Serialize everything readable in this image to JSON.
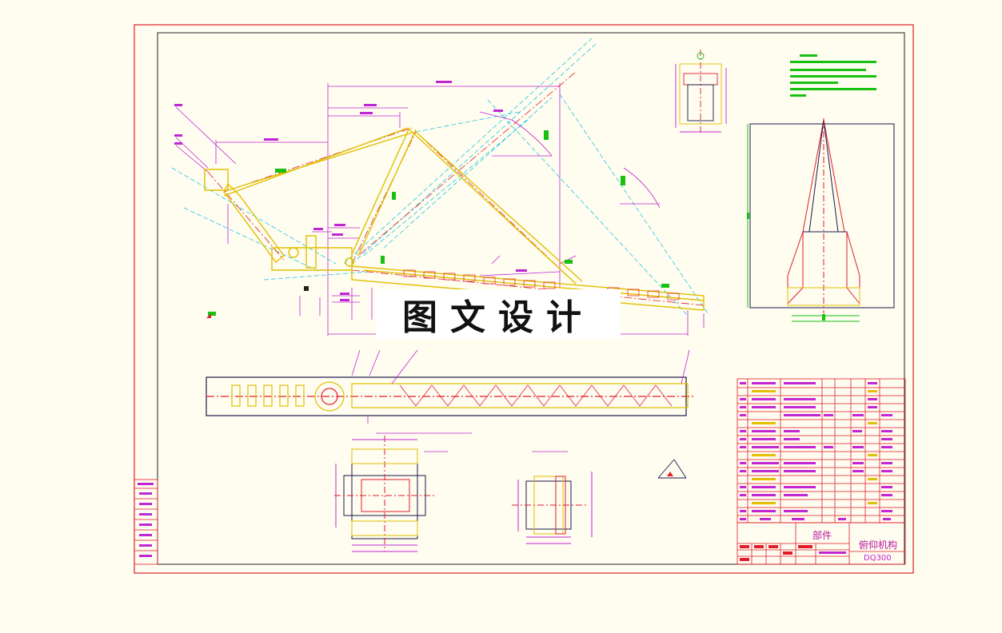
{
  "watermark": "图文设计",
  "title_block": {
    "part_label": "部件",
    "mechanism_name": "俯仰机构",
    "drawing_code": "DQ300"
  },
  "colors": {
    "paper": "#fffcf0",
    "frame_red": "#e11d2a",
    "inner_frame": "#222222",
    "structure_yellow": "#e0c000",
    "dimension_magenta": "#c026d3",
    "centerline_red": "#e11d2a",
    "construction_cyan": "#22c7e0",
    "tag_green": "#16c20f",
    "outline_dark": "#1a1a4a"
  },
  "icons": [
    "north-arrow-icon",
    "section-marker-icon"
  ]
}
